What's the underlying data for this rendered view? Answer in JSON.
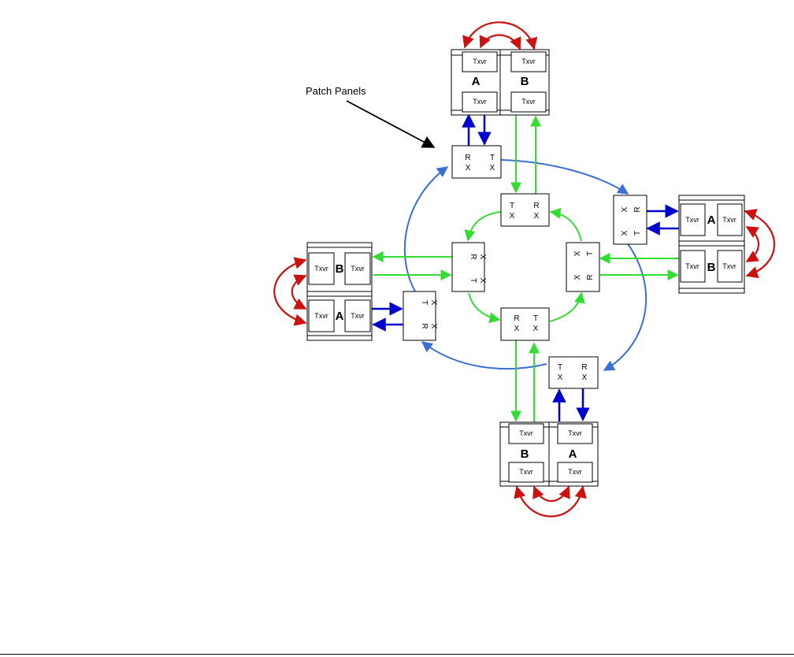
{
  "callout_label": "Patch Panels",
  "transceiver_label": "Txvr",
  "module_a_label": "A",
  "module_b_label": "B",
  "tx_t": "T",
  "tx_x": "X",
  "rx_r": "R",
  "rx_x": "X",
  "colors": {
    "red_link": "#cc1111",
    "blue_link": "#0000cc",
    "green_link": "#33dd33",
    "outer_ring": "#3b6fd6",
    "outline": "#000000"
  }
}
